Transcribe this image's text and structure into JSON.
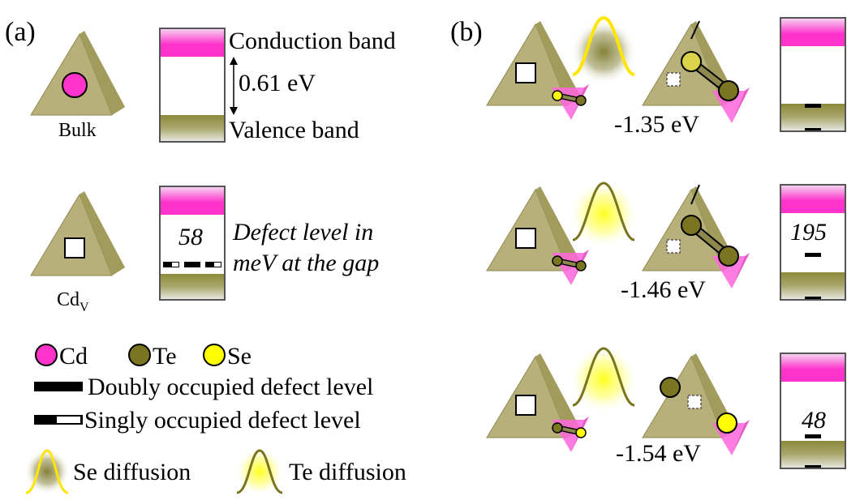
{
  "panel_a": {
    "label": "(a)",
    "bulk": {
      "caption": "Bulk"
    },
    "cdv": {
      "caption_main": "Cd",
      "caption_sub": "V"
    },
    "band": {
      "conduction": "Conduction band",
      "gap": "0.61 eV",
      "valence": "Valence band"
    },
    "defect_value": "58",
    "defect_note_line1": "Defect level in",
    "defect_note_line2": "meV at the gap"
  },
  "legend": {
    "cd": "Cd",
    "te": "Te",
    "se": "Se",
    "doubly": "Doubly occupied defect level",
    "singly": "Singly occupied defect level",
    "se_diffusion": "Se diffusion",
    "te_diffusion": "Te diffusion"
  },
  "panel_b": {
    "label": "(b)",
    "rows": [
      {
        "energy": "-1.35 eV",
        "defect_value": ""
      },
      {
        "energy": "-1.46 eV",
        "defect_value": "195"
      },
      {
        "energy": "-1.54 eV",
        "defect_value": "48"
      }
    ]
  },
  "colors": {
    "olive": "#b8b07a",
    "olive_dark": "#8e884f",
    "cd": "#ff33cc",
    "te": "#7a7520",
    "se": "#ffff00",
    "conduction": "#ff33cc",
    "valence": "#8c8a3a"
  }
}
